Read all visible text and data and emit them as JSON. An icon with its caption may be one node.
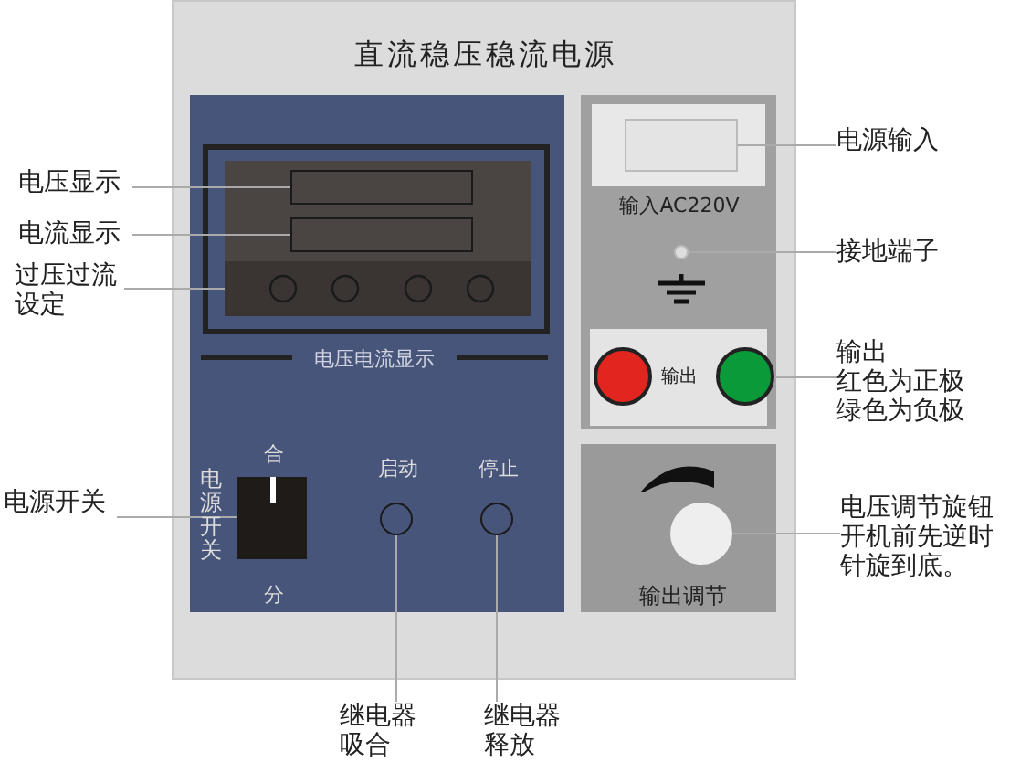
{
  "diagram": {
    "title": "直流稳压稳流电源",
    "nodes": [
      {
        "text": [
          "电压显示"
        ]
      },
      {
        "text": [],
        "shape": "box"
      },
      {
        "text": [
          "电流显示"
        ]
      },
      {
        "text": [],
        "shape": "box"
      },
      {
        "text": [
          "过压过流设定"
        ]
      },
      {
        "text": [],
        "shape": "box"
      },
      {
        "text": [
          "电源开关"
        ]
      },
      {
        "text": [],
        "shape": "box"
      },
      {
        "text": [
          "电源输入"
        ]
      },
      {
        "text": [],
        "shape": "box"
      },
      {
        "text": [
          "接地端子"
        ]
      },
      {
        "text": [],
        "shape": "circle"
      },
      {
        "text": [
          "输出",
          "红色为正极",
          "绿色为负极"
        ]
      },
      {
        "text": [],
        "shape": "box"
      },
      {
        "text": [
          "电压调节旋钮开机前先逆时针旋到底。"
        ]
      },
      {
        "text": [],
        "shape": "circle"
      },
      {
        "text": [
          "继电器吸合"
        ]
      },
      {
        "text": [],
        "shape": "circle"
      },
      {
        "text": [
          "继电器释放"
        ]
      },
      {
        "text": [],
        "shape": "circle"
      }
    ],
    "edges": [
      {
        "from": 0,
        "to": 1,
        "arrow": "none"
      },
      {
        "from": 2,
        "to": 3,
        "arrow": "none"
      },
      {
        "from": 4,
        "to": 5,
        "arrow": "none"
      },
      {
        "from": 6,
        "to": 7,
        "arrow": "none"
      },
      {
        "from": 8,
        "to": 9,
        "arrow": "none"
      },
      {
        "from": 10,
        "to": 11,
        "arrow": "none"
      },
      {
        "from": 12,
        "to": 13,
        "arrow": "none"
      },
      {
        "from": 14,
        "to": 15,
        "arrow": "none"
      },
      {
        "from": 16,
        "to": 17,
        "arrow": "none"
      },
      {
        "from": 18,
        "to": 19,
        "arrow": "none"
      }
    ],
    "labels": [
      "输入AC220V",
      "电压电流显示",
      "合",
      "分",
      "电源开关",
      "启动",
      "停止",
      "输出",
      "输出调节"
    ]
  }
}
